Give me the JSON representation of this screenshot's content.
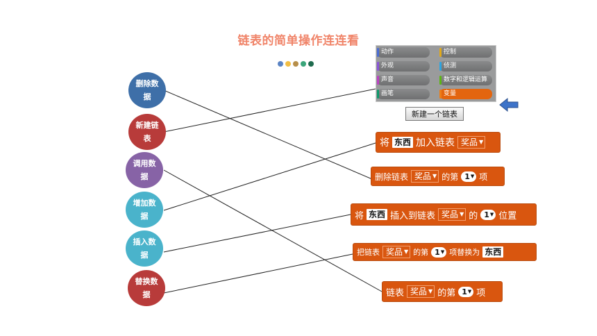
{
  "title": "链表的简单操作连连看",
  "dots": [
    "#5b84c4",
    "#f2be44",
    "#b78f4a",
    "#3aa57a",
    "#1f6b4e"
  ],
  "circles": [
    {
      "label": "删除数据",
      "color": "#3e6fa8"
    },
    {
      "label": "新建链表",
      "color": "#b83b3a"
    },
    {
      "label": "调用数据",
      "color": "#8763a6"
    },
    {
      "label": "增加数据",
      "color": "#4ab3cb"
    },
    {
      "label": "插入数据",
      "color": "#4ab3cb"
    },
    {
      "label": "替换数据",
      "color": "#b83b3a"
    }
  ],
  "palette": {
    "categories": [
      {
        "label": "动作",
        "color": "#4a6cd4"
      },
      {
        "label": "控制",
        "color": "#e1a91a"
      },
      {
        "label": "外观",
        "color": "#8a55d7"
      },
      {
        "label": "侦测",
        "color": "#2ca5e2"
      },
      {
        "label": "声音",
        "color": "#bb42c3"
      },
      {
        "label": "数字和逻辑运算",
        "color": "#5cb712"
      },
      {
        "label": "画笔",
        "color": "#0e9a6c"
      },
      {
        "label": "变量",
        "color": "#ee7d16"
      }
    ],
    "new_list_button": "新建一个链表"
  },
  "blocks": {
    "add": {
      "w1": "将",
      "item": "东西",
      "w2": "加入链表",
      "list": "奖品"
    },
    "delete": {
      "w1": "删除链表",
      "list": "奖品",
      "w2": "的第",
      "num": "1",
      "w3": "项"
    },
    "insert": {
      "w1": "将",
      "item": "东西",
      "w2": "插入到链表",
      "list": "奖品",
      "w3": "的",
      "num": "1",
      "w4": "位置"
    },
    "replace": {
      "w1": "把链表",
      "list": "奖品",
      "w2": "的第",
      "num": "1",
      "w3": "项替换为",
      "item": "东西"
    },
    "get": {
      "w1": "链表",
      "list": "奖品",
      "w2": "的第",
      "num": "1",
      "w3": "项"
    }
  }
}
